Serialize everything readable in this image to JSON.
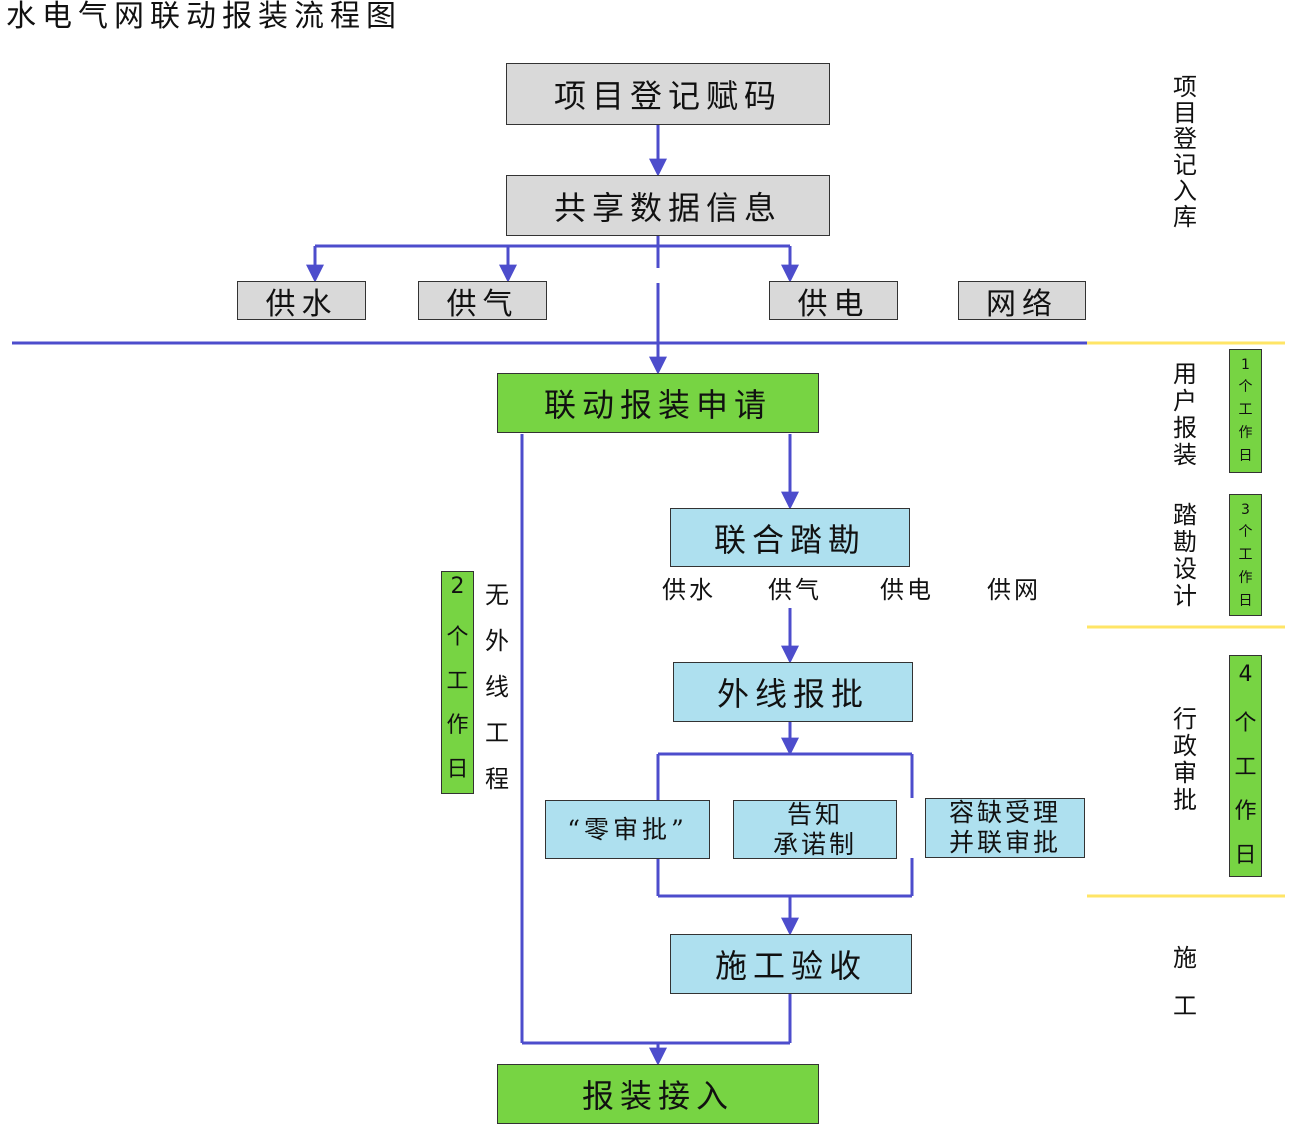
{
  "title": "水电气网联动报装流程图",
  "boxes": {
    "register": "项目登记赋码",
    "share": "共享数据信息",
    "water": "供水",
    "gas": "供气",
    "power": "供电",
    "network": "网络",
    "apply": "联动报装申请",
    "survey": "联合踏勘",
    "outer_approval": "外线报批",
    "zero_approval": "“零审批”",
    "notify_line1": "告知",
    "notify_line2": "承诺制",
    "tolerant_line1": "容缺受理",
    "tolerant_line2": "并联审批",
    "acceptance": "施工验收",
    "connect": "报装接入"
  },
  "survey_parties": [
    "供水",
    "供气",
    "供电",
    "供网"
  ],
  "left_branch": {
    "badge": [
      "2",
      "个",
      "工",
      "作",
      "日"
    ],
    "label": [
      "无",
      "外",
      "线",
      "工",
      "程"
    ]
  },
  "stages": {
    "register": [
      "项",
      "目",
      "登",
      "记",
      "入",
      "库"
    ],
    "apply": [
      "用",
      "户",
      "报",
      "装"
    ],
    "survey": [
      "踏",
      "勘",
      "设",
      "计"
    ],
    "admin": [
      "行",
      "政",
      "审",
      "批"
    ],
    "build": [
      "施",
      "工"
    ]
  },
  "durations": {
    "apply": [
      "1",
      "个",
      "工",
      "作",
      "日"
    ],
    "survey": [
      "3",
      "个",
      "工",
      "作",
      "日"
    ],
    "admin": [
      "4",
      "个",
      "工",
      "作",
      "日"
    ]
  },
  "colors": {
    "line": "#4d4dcc",
    "divider_yellow": "#ffe566",
    "green": "#77d443",
    "blue": "#aee0ef",
    "gray": "#d9d9d9"
  }
}
